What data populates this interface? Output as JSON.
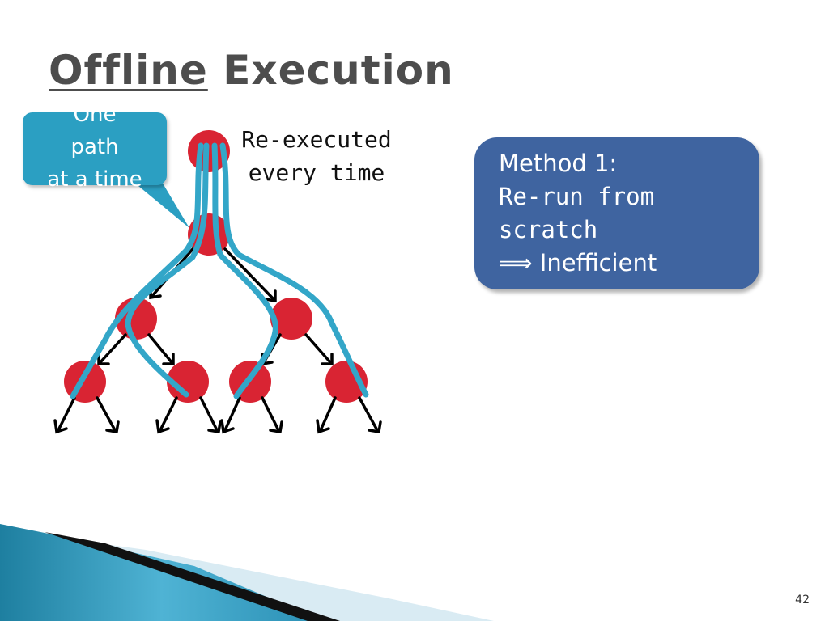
{
  "slide": {
    "title_underlined": "Offline",
    "title_rest": " Execution",
    "callout": {
      "lines": [
        "One",
        "path",
        "at a time"
      ]
    },
    "note": {
      "lines": [
        "Re-executed",
        "every time"
      ]
    },
    "method_box": {
      "heading": "Method 1:",
      "body_lines": [
        "Re-run from",
        "scratch"
      ],
      "conclusion": "⟹ Inefficient"
    },
    "page_number": "42"
  },
  "colors": {
    "node": "#d92433",
    "path": "#33a6c8",
    "arrow": "#000000",
    "callout": "#2b9fc2",
    "method_box": "#3f64a0",
    "title": "#4d4d4d"
  },
  "icons": {
    "tree_nodes": "red-circle",
    "edges": "black-arrow",
    "execution_paths": "blue-curve"
  }
}
